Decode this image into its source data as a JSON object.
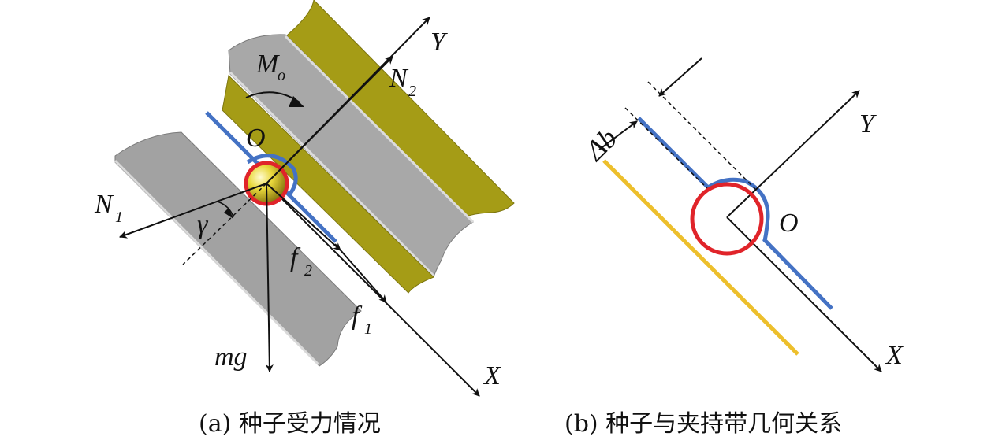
{
  "panel_a": {
    "labels": {
      "Y": "Y",
      "X": "X",
      "M": "M",
      "M_sub": "o",
      "N2": "N",
      "N2_sub": "2",
      "N1": "N",
      "N1_sub": "1",
      "O": "O",
      "gamma": "γ",
      "f2": "f",
      "f2_sub": "2",
      "f1": "f",
      "f1_sub": "1",
      "mg": "mg"
    },
    "caption": "(a) 种子受力情况"
  },
  "panel_b": {
    "labels": {
      "Y": "Y",
      "X": "X",
      "O": "O",
      "delta_b": "Δb"
    },
    "caption": "(b) 种子与夹持带几何关系"
  },
  "colors": {
    "belt_gray": "#a2a2a2",
    "belt_olive": "#a59c16",
    "seed_outline": "#e0242a",
    "seed_fill": "#d9c832",
    "blue_line": "#4472c4",
    "yellow_line": "#edbf2c"
  }
}
